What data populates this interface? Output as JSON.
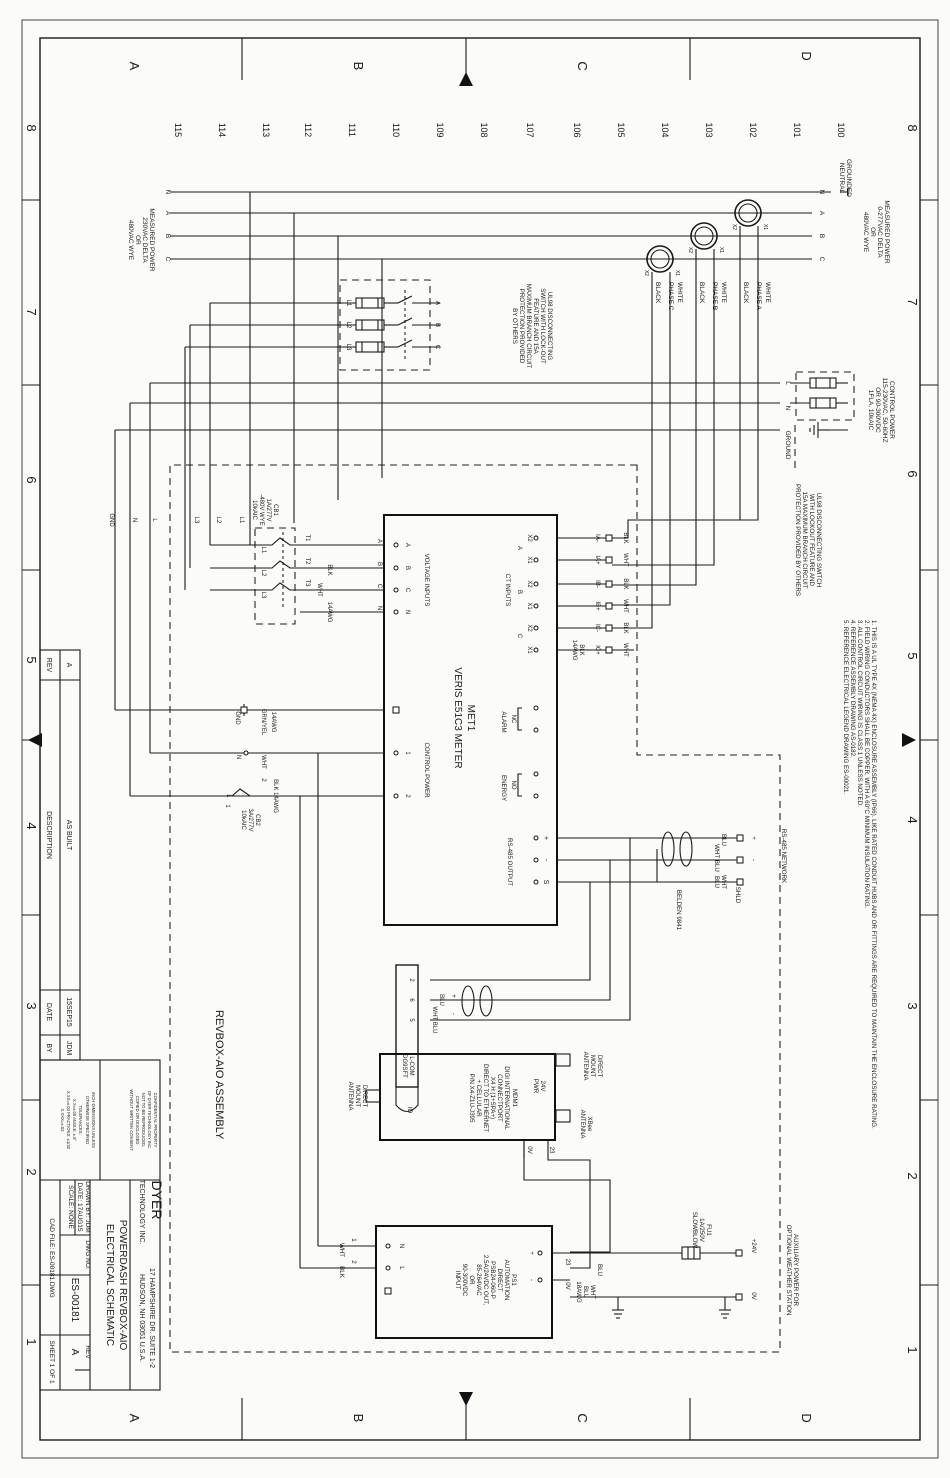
{
  "border": {
    "row_letters": [
      "A",
      "B",
      "C",
      "D"
    ],
    "col_numbers": [
      "8",
      "7",
      "6",
      "5",
      "4",
      "3",
      "2",
      "1"
    ]
  },
  "line_numbers": [
    "100",
    "101",
    "102",
    "103",
    "104",
    "105",
    "106",
    "107",
    "108",
    "109",
    "110",
    "111",
    "112",
    "113",
    "114",
    "115"
  ],
  "measured_top": {
    "gnd_label": [
      "GROUNDED",
      "NEUTRAL"
    ],
    "text": [
      "MEASURED POWER",
      "0-277VAC DELTA",
      "OR",
      "480VAC WYE"
    ],
    "phases": [
      "N",
      "A",
      "B",
      "C"
    ]
  },
  "measured_bottom": {
    "text": [
      "MEASURED POWER",
      "230VAC DELTA",
      "OR",
      "480VAC WYE"
    ],
    "phases": [
      "N",
      "A",
      "B",
      "C"
    ]
  },
  "ct": {
    "labels": [
      [
        "WHITE",
        "PHASE A",
        "BLACK"
      ],
      [
        "WHITE",
        "PHASE B",
        "BLACK"
      ],
      [
        "WHITE",
        "PHASE C",
        "BLACK"
      ]
    ],
    "x_labels": [
      "X1",
      "X2"
    ]
  },
  "ul98_main": {
    "text": [
      "UL98 DISCONNECTING",
      "SWITCH WITH LOCK-OUT",
      "FEATURE AND 15A",
      "MAXIMUM BRANCH CIRCUIT",
      "PROTECTION PROVIDED",
      "BY OTHERS"
    ],
    "line_labels": [
      "L1",
      "L2",
      "L3"
    ],
    "phase_labels": [
      "A",
      "B",
      "C"
    ]
  },
  "control_power": {
    "text": [
      "CONTROL POWER",
      "115-230VAC, 50-60HZ",
      "OR 90-300VDC",
      "1FLA, 10kAIC"
    ],
    "labels": [
      "L",
      "N",
      "GROUND"
    ]
  },
  "ul98_cp": {
    "text": [
      "UL98 DISCONNECTING SWITCH",
      "WITH LOCKOUT FEATURE AND",
      "15A MAXIMUM BRANCH CIRCUIT",
      "PROTECTION PROVIDED BY OTHERS"
    ]
  },
  "notes": [
    "1. THIS IS A UL TYPE 4X (NEMA 4X) ENCLOSURE ASSEMBLY (IP66). LIKE RATED CONDUIT HUBS AND OR FITTINGS ARE REQUIRED TO MAINTAIN THE ENCLOSURE RATING.",
    "2. FIELD WIRING CONDUCTORS SHALL BE COPPER, WITH A 60°C MINIMUM INSULATION RATING.",
    "3. ALL CONTROL CIRCUIT WIRING IS CLASS 1 UNLESS NOTED.",
    "4. REFERENCE ASSEMBLY DRAWING AS-0182.",
    "5. REFERENCE ELECTRICAL LEGEND DRAWING ES-00021."
  ],
  "meter": {
    "tag": "MET1",
    "model": "VERIS E51C3 METER",
    "ct_inputs": "CT INPUTS",
    "ct_pins": [
      "X2",
      "X1",
      "X2",
      "X1",
      "X2",
      "X1"
    ],
    "ct_phase": [
      "A",
      "B",
      "C"
    ],
    "ct_inner": [
      "IA-",
      "IA+",
      "IB-",
      "IB+",
      "IC-",
      "IC+"
    ],
    "ct_colors": [
      "BLK",
      "WHT",
      "BLK",
      "WHT",
      "BLK",
      "WHT"
    ],
    "ct_wire": [
      "BLK",
      "14AWG"
    ],
    "voltage_inputs": "VOLTAGE INPUTS",
    "voltage_pins": [
      "A",
      "B",
      "C",
      "N"
    ],
    "voltage_left": [
      "A",
      "B",
      "C",
      "N"
    ],
    "alarm": "ALARM",
    "alarm_pins": [
      "NC"
    ],
    "energy": "ENERGY",
    "energy_pins": [
      "NO"
    ],
    "control_power": "CONTROL POWER",
    "cp_pins": [
      "1",
      "2"
    ],
    "rs485_output": "RS-485 OUTPUT",
    "rs485_pins": [
      "+",
      "-",
      "S"
    ]
  },
  "cb1": {
    "text": [
      "CB1",
      "1A/277V",
      "-480V WYE",
      "10kAIC"
    ],
    "top": [
      "L1",
      "L2",
      "L3"
    ],
    "bottom": [
      "T1",
      "T2",
      "T3"
    ],
    "colors": [
      "BLK",
      "WHT",
      "14AWG"
    ]
  },
  "feed_labels": [
    "L1",
    "L2",
    "L3",
    "L",
    "N",
    "GND"
  ],
  "cb2": {
    "text": [
      "CB2",
      "3A/277V",
      "10kAIC"
    ],
    "terms": [
      "1",
      "2"
    ],
    "line": [
      "L",
      "N"
    ],
    "wire": [
      "BLK 14AWG"
    ],
    "gnd": [
      "14AWG",
      "GRN/YEL",
      "GND"
    ],
    "wht": "WHT"
  },
  "rs485_network": {
    "title": "RS-485 NETWORK",
    "signals": [
      "+",
      "-",
      "SHLD"
    ],
    "colors": [
      "BLU",
      "WHT BLU",
      "WHT",
      "BLU"
    ],
    "cable": "BELDEN 9841"
  },
  "modem_conn": {
    "labels": [
      "BLU",
      "WHT BLU"
    ],
    "signs": [
      "+",
      "-"
    ],
    "pins": [
      "2",
      "6",
      "5"
    ],
    "tag": [
      "L-COM",
      "DG9SFT"
    ]
  },
  "modem": {
    "tag": "MDM1",
    "text": [
      "DIGI INTERNATIONAL",
      "CONNECTPORT",
      "X4 H (1+SPA+)",
      "DIRECT TO ETHERNET",
      "+ CELLULAR",
      "P/N X4-Z1U-J395"
    ],
    "labels": [
      "24V",
      "PWR",
      "IO",
      "0V",
      "23"
    ],
    "antennas": [
      [
        "DIRECT",
        "MOUNT",
        "ANTENNA"
      ],
      [
        "XBee",
        "ANTENNA"
      ],
      [
        "DIRECT",
        "MOUNT",
        "ANTENNA"
      ]
    ]
  },
  "aux_power": {
    "text": [
      "AUXILIARY POWER FOR",
      "OPTIONAL WEATHER STATION"
    ],
    "plus": "+24V",
    "zero": "0V",
    "fuse": [
      "FU1",
      "1A/250V",
      "SLOWBLOW"
    ],
    "wires": [
      "BLU",
      "WHT",
      "BLU",
      "18AWG"
    ]
  },
  "ps1": {
    "tag": "PS1",
    "text": [
      "AUTOMATION",
      "DIRECT",
      "PSB24-060-P",
      "2.5A/24VDC OUT,",
      "85-264VAC",
      "OR",
      "90-300VDC",
      "INPUT"
    ],
    "out": [
      "+",
      "-",
      "23",
      "0V"
    ],
    "in": [
      "N",
      "L"
    ],
    "wires": [
      "WHT",
      "BLK"
    ],
    "pins": [
      "1",
      "2"
    ]
  },
  "assembly_label": "REVBOX-AIO ASSEMBLY",
  "revision_block": {
    "headers": [
      "REV",
      "DESCRIPTION",
      "DATE",
      "BY"
    ],
    "row": [
      "A",
      "AS BUILT",
      "15SEP15",
      "JDM"
    ]
  },
  "title_block": {
    "company": "DYER",
    "company_sub": "TECHNOLOGY INC.",
    "address": [
      "17 HAMPSHIRE DR. SUITE 1-2",
      "HUDSON, NH 03051 U.S.A."
    ],
    "title": [
      "POWERDASH REVBOX-AIO",
      "ELECTRICAL SCHEMATIC"
    ],
    "drawn_by": "DRAWN BY: JDM",
    "date": "DATE: 17AUG15",
    "scale": "SCALE: NONE",
    "dwg_no_label": "DWG NO.",
    "dwg_no": "ES-00181",
    "rev_label": "REV",
    "rev": "A",
    "cad_file": "CAD FILE: ES-00181.DWG",
    "sheet": "SHEET 1 OF 1",
    "confidential": [
      "CONFIDENTIAL PROPERTY",
      "OF DYER TECHNOLOGY INC.",
      "NOT TO BE REPRODUCED,",
      "COPIED OR DISCLOSED",
      "WITHOUT WRITTEN CONSENT"
    ],
    "tolerances": [
      "INCH DIMENSIONS UNLESS",
      "OTHERWISE SPECIFIED",
      "TOLERANCES:",
      "X.X=±.06   ANGLE: ±.5°",
      "X.XX=±.03   FRACTIONS: ±1/32",
      "X.XXX=±.02"
    ]
  }
}
